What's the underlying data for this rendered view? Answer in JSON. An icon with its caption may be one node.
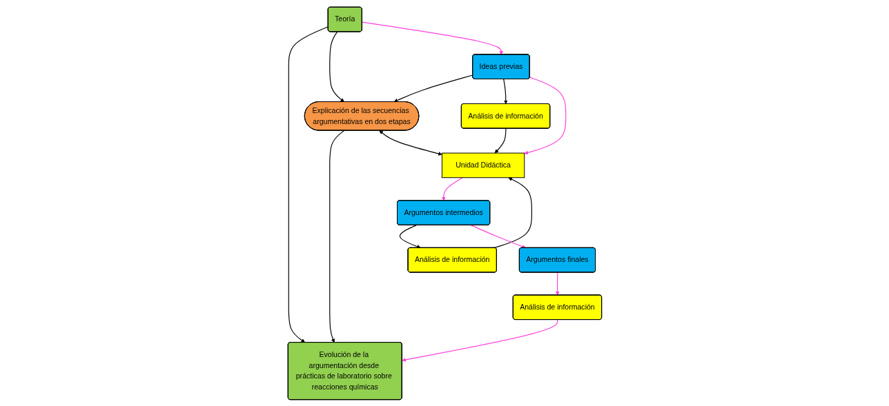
{
  "diagram": {
    "nodes": [
      {
        "text": [
          "Teoría"
        ]
      },
      {
        "text": [
          "Evolución de la argumentación desde prácticas de laboratorio sobre reacciones químicas"
        ]
      },
      {
        "text": [
          "Explicación de las secuencias argumentativas en dos etapas"
        ]
      },
      {
        "text": [
          "Ideas previas"
        ]
      },
      {
        "text": [
          "Análisis de información"
        ]
      },
      {
        "text": [
          "Análisis de información"
        ]
      },
      {
        "text": [
          "Análisis de información"
        ]
      },
      {
        "text": [
          "Unidad Didáctica"
        ]
      },
      {
        "text": [
          "Argumentos intermedios"
        ]
      },
      {
        "text": [
          "Argumentos finales"
        ]
      }
    ],
    "edges": [
      {
        "from": 0,
        "to": 1,
        "arrow": "to"
      },
      {
        "from": 0,
        "to": 2,
        "arrow": "to"
      },
      {
        "from": 0,
        "to": 3,
        "arrow": "to",
        "color": "#ff40e0"
      },
      {
        "from": 3,
        "to": 2,
        "arrow": "to"
      },
      {
        "from": 2,
        "to": 1,
        "arrow": "to"
      },
      {
        "from": 3,
        "to": 6,
        "arrow": "to"
      },
      {
        "from": 3,
        "to": 7,
        "arrow": "to",
        "color": "#ff40e0"
      },
      {
        "from": 6,
        "to": 7,
        "arrow": "to"
      },
      {
        "from": 2,
        "to": 7,
        "arrow": "both"
      },
      {
        "from": 5,
        "to": 7,
        "arrow": "to"
      },
      {
        "from": 8,
        "to": 5,
        "arrow": "to"
      },
      {
        "from": 7,
        "to": 8,
        "arrow": "to",
        "color": "#ff40e0"
      },
      {
        "from": 8,
        "to": 9,
        "arrow": "to",
        "color": "#ff40e0"
      },
      {
        "from": 9,
        "to": 4,
        "arrow": "to",
        "color": "#ff40e0"
      },
      {
        "from": 4,
        "to": 1,
        "arrow": "to",
        "color": "#ff40e0"
      }
    ]
  }
}
